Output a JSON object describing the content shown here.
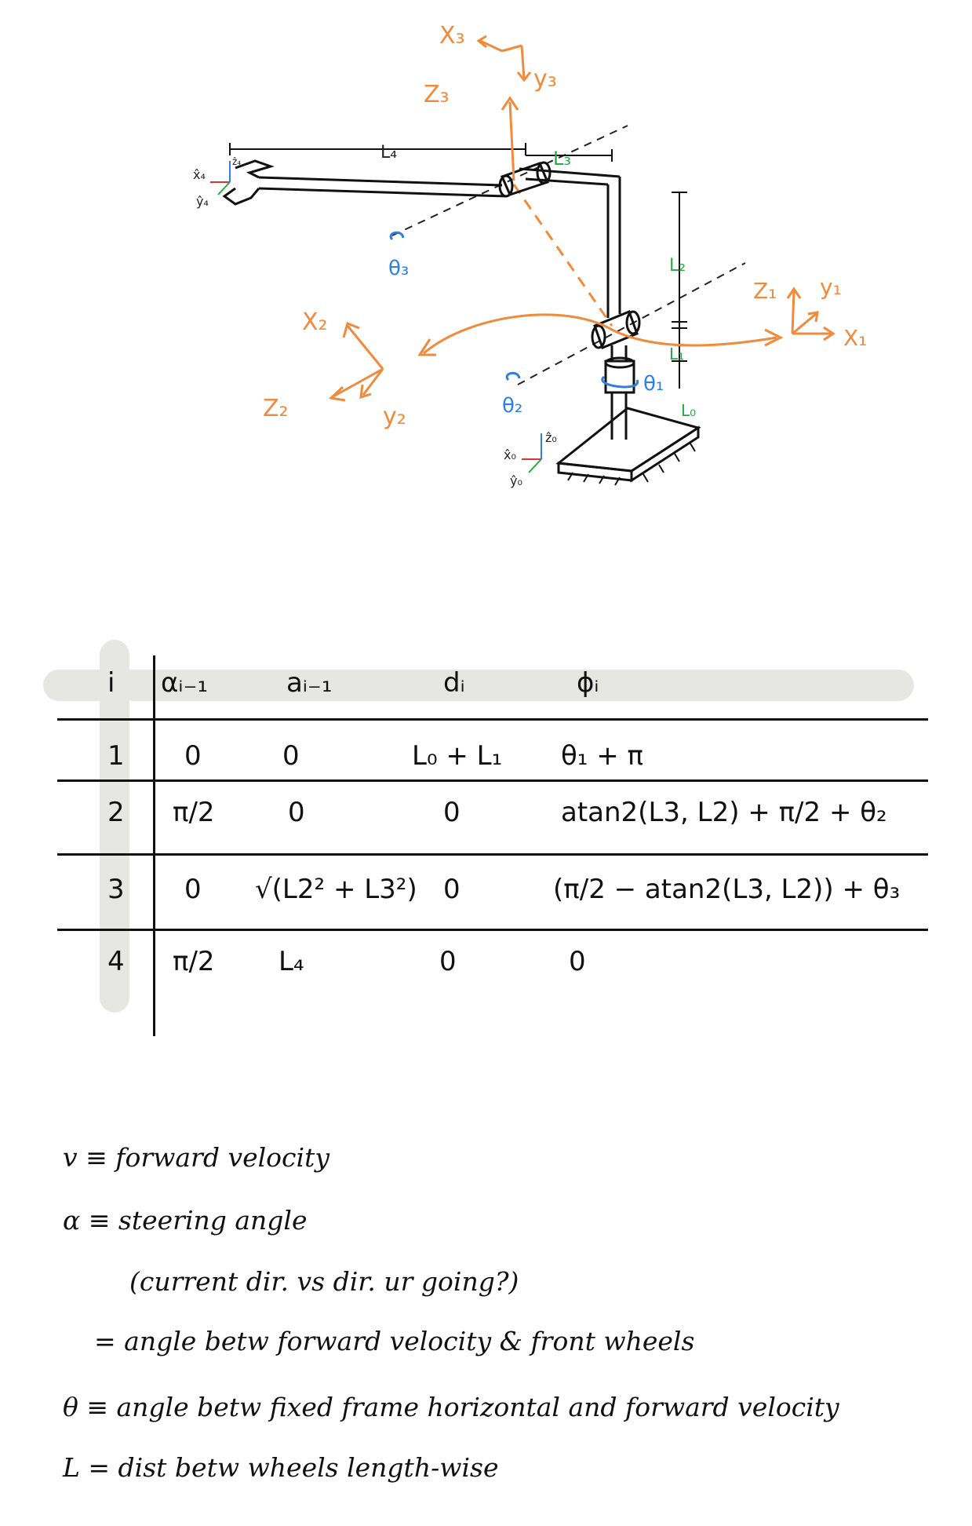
{
  "diagram": {
    "frame_labels": {
      "x3": "X₃",
      "y3": "y₃",
      "z3": "Z₃",
      "x2": "X₂",
      "y2": "y₂",
      "z2": "Z₂",
      "x1": "X₁",
      "y1": "y₁",
      "z1": "Z₁",
      "x4": "x̂₄",
      "y4": "ŷ₄",
      "z4": "ẑ₄",
      "x0": "x̂₀",
      "y0": "ŷ₀",
      "z0": "ẑ₀"
    },
    "length_labels": {
      "L0": "L₀",
      "L1": "L₁",
      "L2": "L₂",
      "L3": "L₃",
      "L4": "L₄"
    },
    "joint_labels": {
      "theta1": "θ₁",
      "theta2": "θ₂",
      "theta3": "θ₃"
    },
    "colors": {
      "orange": "#f08a3c",
      "green": "#22aa44",
      "blue": "#2f7fe0",
      "red": "#dd3333"
    }
  },
  "table": {
    "headers": [
      "i",
      "αᵢ₋₁",
      "aᵢ₋₁",
      "dᵢ",
      "ϕᵢ"
    ],
    "rows": [
      [
        "1",
        "0",
        "0",
        "L₀ + L₁",
        "θ₁ + π"
      ],
      [
        "2",
        "π/2",
        "0",
        "0",
        "atan2(L3, L2) + π/2 + θ₂"
      ],
      [
        "3",
        "0",
        "√(L2² + L3²)",
        "0",
        "(π/2 − atan2(L3, L2)) + θ₃"
      ],
      [
        "4",
        "π/2",
        "L₄",
        "0",
        "0"
      ]
    ]
  },
  "notes": [
    "v ≡ forward velocity",
    "α ≡ steering angle",
    "(current dir. vs dir. ur going?)",
    "= angle betw forward velocity & front wheels",
    "θ ≡ angle betw fixed frame horizontal and forward velocity",
    "L = dist betw wheels length-wise"
  ]
}
